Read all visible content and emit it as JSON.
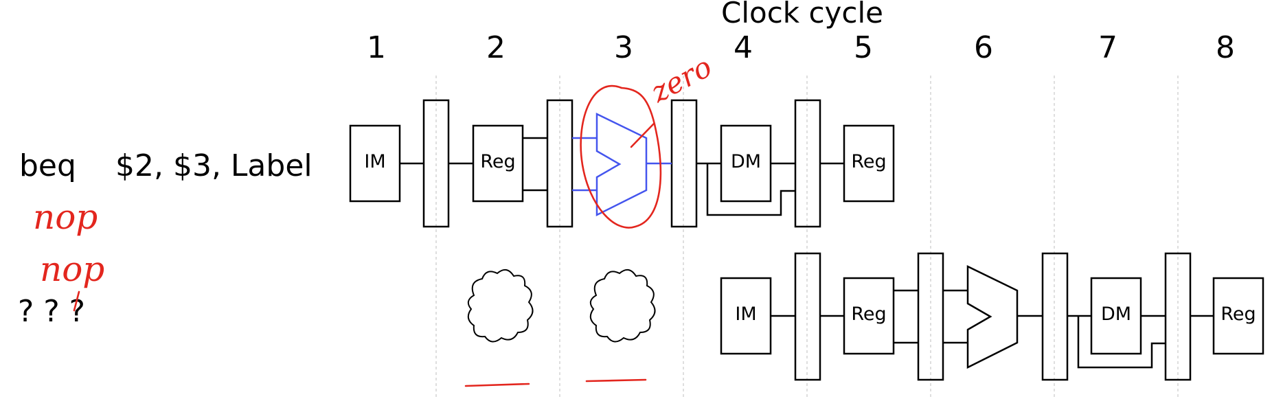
{
  "title": "Clock cycle",
  "cycles": [
    "1",
    "2",
    "3",
    "4",
    "5",
    "6",
    "7",
    "8"
  ],
  "instructions": [
    {
      "op": "beq",
      "args": "$2, $3, Label"
    },
    {
      "op": "? ? ?",
      "args": ""
    }
  ],
  "stages": {
    "im": "IM",
    "reg": "Reg",
    "dm": "DM"
  },
  "annotations": {
    "nop_1": "nop",
    "nop_2": "nop",
    "zero": "zero"
  },
  "colors": {
    "ink": "#000000",
    "alu_highlight": "#4455ee",
    "annotation": "#e3261e",
    "guide": "#c8c8c8"
  }
}
